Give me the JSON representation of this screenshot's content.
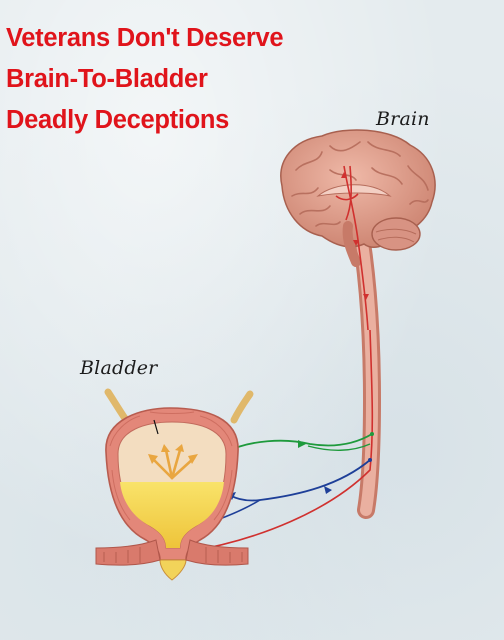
{
  "headline": {
    "lines": [
      "Veterans Don't Deserve",
      "Brain-To-Bladder",
      "Deadly Deceptions"
    ],
    "color": "#e0141b"
  },
  "labels": {
    "brain": "Brain",
    "bladder": "Bladder"
  },
  "colors": {
    "brain": "#dd9b88",
    "bladder_wall": "#e38779",
    "urine": "#f6d94a",
    "nerve_red": "#d0312f",
    "nerve_green": "#1e9a3c",
    "nerve_blue": "#1e3f98"
  }
}
